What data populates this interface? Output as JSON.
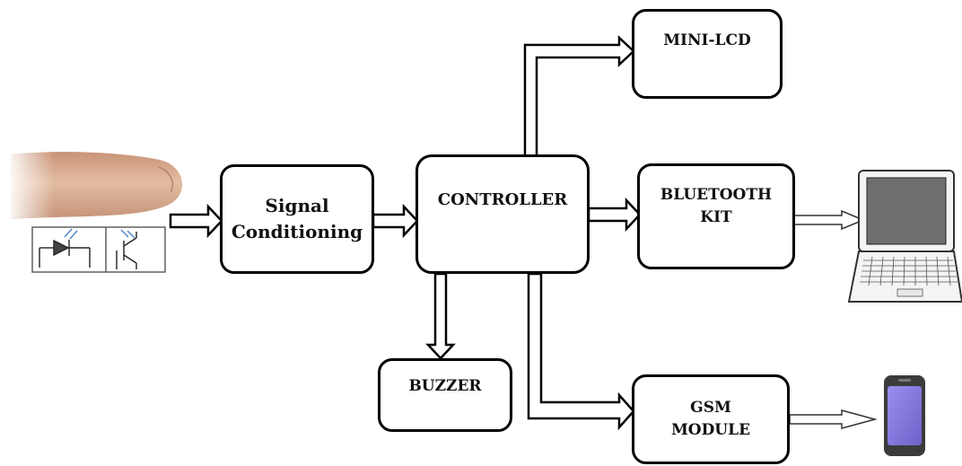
{
  "blocks": {
    "signal_conditioning": {
      "line1": "Signal",
      "line2": "Conditioning"
    },
    "controller": "CONTROLLER",
    "mini_lcd": "MINI-LCD",
    "bluetooth_kit": {
      "line1": "BLUETOOTH",
      "line2": "KIT"
    },
    "buzzer": "BUZZER",
    "gsm_module": {
      "line1": "GSM",
      "line2": "MODULE"
    }
  },
  "images": {
    "finger": "finger-icon",
    "sensor": "ir-led-phototransistor-sensor-icon",
    "laptop": "laptop-icon",
    "phone": "mobile-phone-icon"
  },
  "colors": {
    "line": "#000000",
    "skin": "#d9ae90",
    "laptop_screen": "#6e6e6e",
    "phone_screen": "#8a7fd8",
    "sensor_blue": "#4a86c8"
  }
}
